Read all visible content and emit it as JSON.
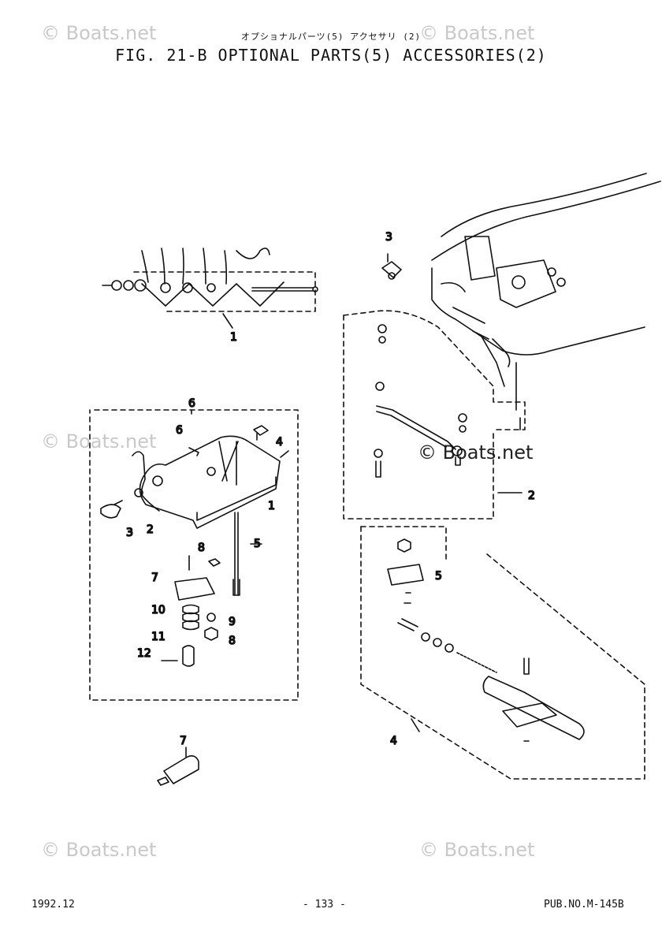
{
  "header": {
    "title_jp": "オプショナルパーツ(5) アクセサリ (2)",
    "title_en": "FIG. 21-B OPTIONAL PARTS(5) ACCESSORIES(2)"
  },
  "watermark": {
    "text": "© Boats.net",
    "color": "#c9c9c9"
  },
  "callouts": {
    "top_left_1": "1",
    "top_right_3": "3",
    "top_right_2": "2",
    "mid_group_6": "6",
    "mid_6": "6",
    "mid_4": "4",
    "mid_1": "1",
    "mid_2": "2",
    "mid_3": "3",
    "mid_5": "5",
    "mid_8a": "8",
    "mid_7": "7",
    "mid_10": "10",
    "mid_9": "9",
    "mid_8b": "8",
    "mid_11": "11",
    "mid_12": "12",
    "bottom_7": "7",
    "right_5": "5",
    "right_4": "4"
  },
  "footer": {
    "date": "1992.12",
    "page": "- 133 -",
    "pub_no": "PUB.NO.M-145B"
  }
}
